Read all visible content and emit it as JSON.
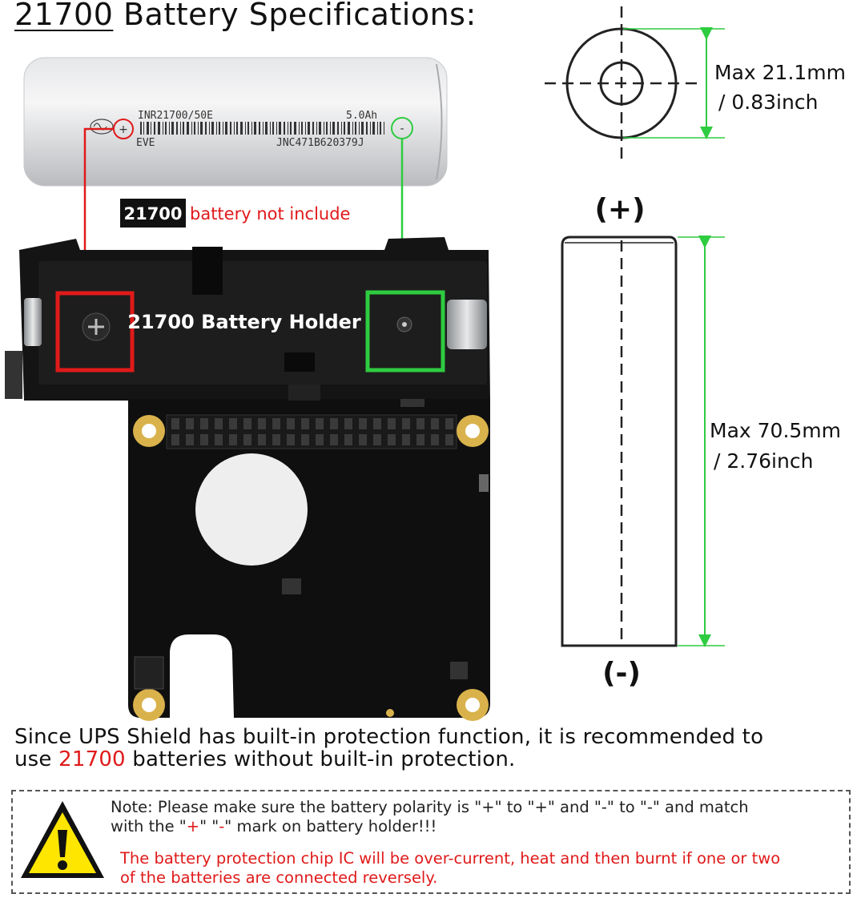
{
  "title": {
    "number": "21700",
    "rest": " Battery Specifications:"
  },
  "battery": {
    "model": "INR21700/50E",
    "capacity": "5.0Ah",
    "brand": "EVE",
    "serial": "JNC471B620379J",
    "plus_mark": "+",
    "minus_mark": "-"
  },
  "not_included": {
    "badge": "21700",
    "text": "battery not include"
  },
  "holder_label": "21700 Battery Holder",
  "dimensions": {
    "diameter_mm": "Max 21.1mm",
    "diameter_in": "/ 0.83inch",
    "length_mm": "Max 70.5mm",
    "length_in": "/ 2.76inch",
    "positive": "(+)",
    "negative": "(-)"
  },
  "notice": {
    "line1": "Since UPS Shield has built-in protection function, it is recommended to",
    "line2_pre": "use ",
    "line2_red": "21700",
    "line2_post": " batteries without built-in protection."
  },
  "note": {
    "line1": "Note: Please make sure the battery polarity is \"+\" to \"+\" and \"-\" to \"-\" and match",
    "line2_pre": "with the \"",
    "plus": "+",
    "mid": "\" \"",
    "minus": "-",
    "line2_post": "\" mark on battery holder!!!",
    "warning_line1": "The battery protection chip IC will be over-current, heat and then burnt if one or two",
    "warning_line2": "of the batteries are connected reversely."
  },
  "colors": {
    "accent_red": "#e01a1a",
    "accent_green": "#2ecc40",
    "board_black": "#0f0f0f",
    "warning_yellow": "#ffe600"
  }
}
